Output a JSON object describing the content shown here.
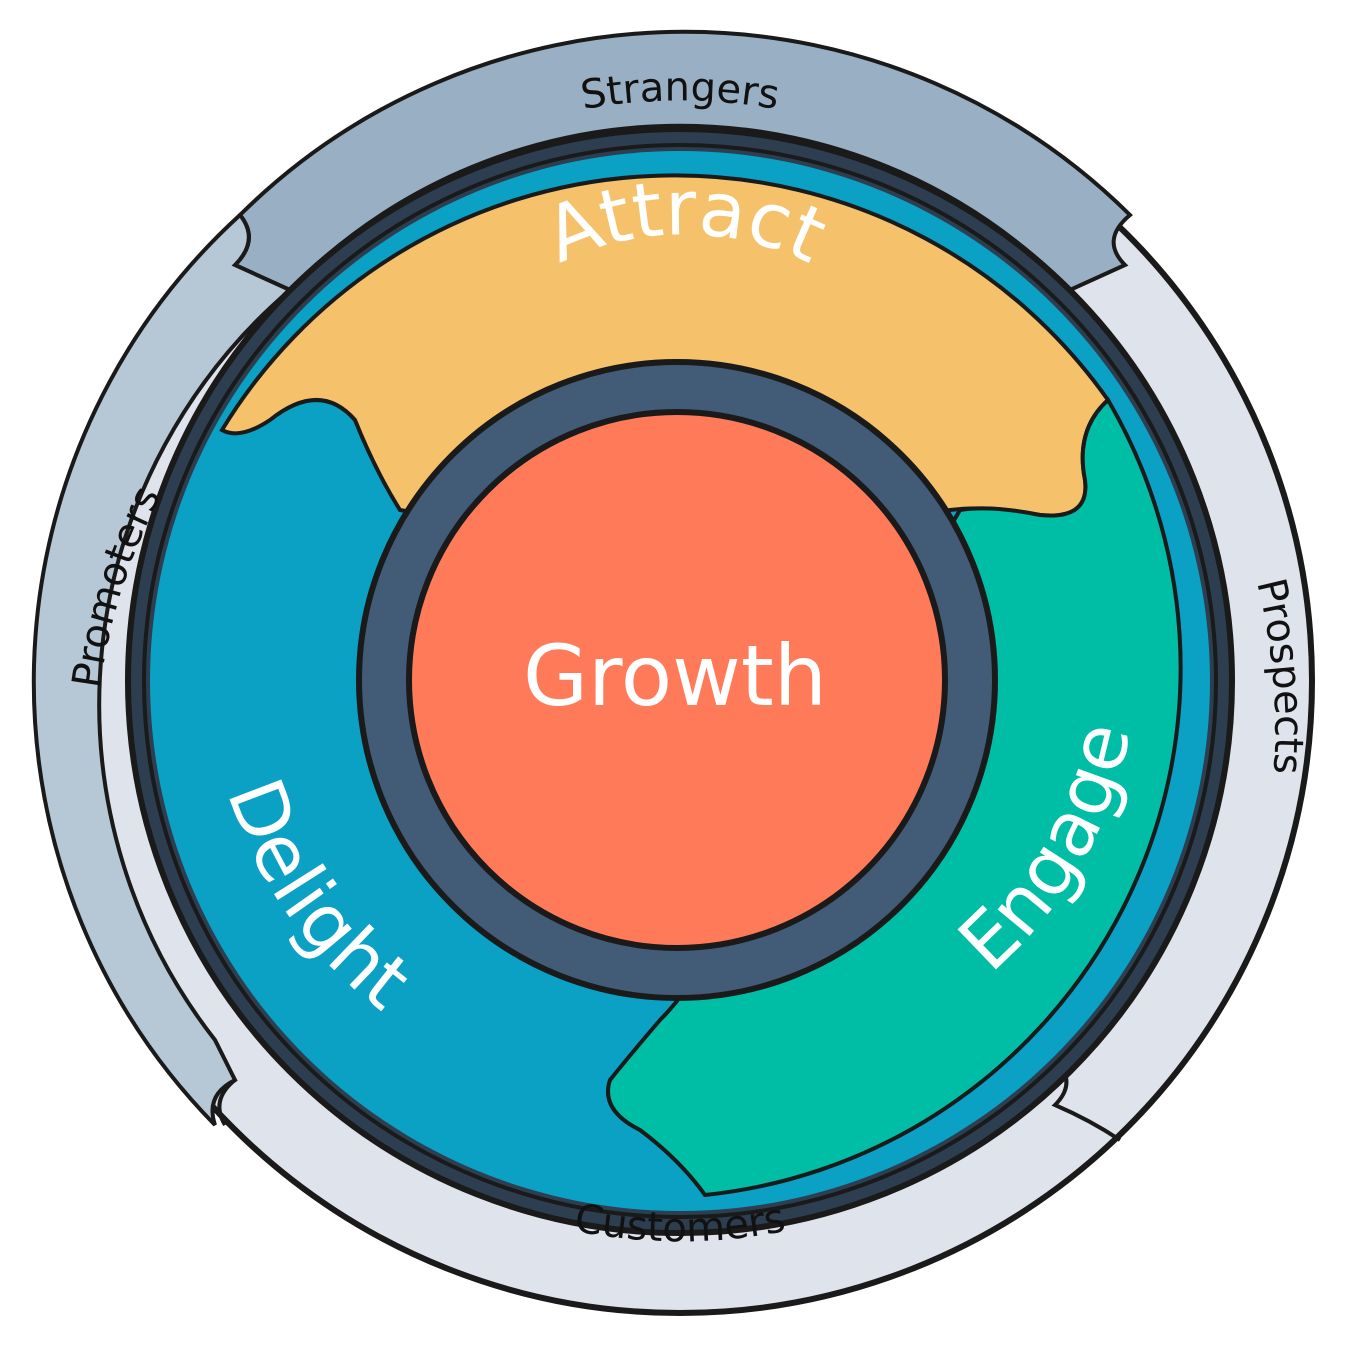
{
  "diagram": {
    "center": {
      "label": "Growth",
      "color": "#FF7A59"
    },
    "hub_ring_color": "#425B76",
    "stages": [
      {
        "id": "attract",
        "label": "Attract",
        "color": "#F5C26B"
      },
      {
        "id": "engage",
        "label": "Engage",
        "color": "#00BDA5"
      },
      {
        "id": "delight",
        "label": "Delight",
        "color": "#0AA1C4"
      }
    ],
    "outer_ring": [
      {
        "id": "strangers",
        "label": "Strangers",
        "color": "#99AFC4"
      },
      {
        "id": "prospects",
        "label": "Prospects",
        "color": "#DFE3EB"
      },
      {
        "id": "customers",
        "label": "Customers",
        "color": "#DFE3EB"
      },
      {
        "id": "promoters",
        "label": "Promoters",
        "color": "#B6C7D6"
      }
    ],
    "outline_color": "#1A1A1A",
    "inner_rim_color": "#2D3E50"
  }
}
